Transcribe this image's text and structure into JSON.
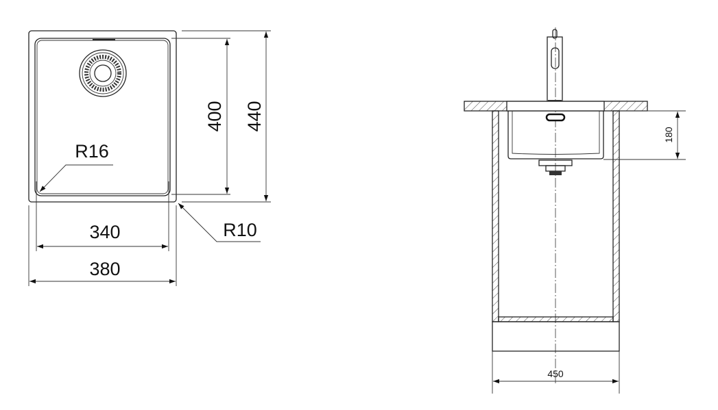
{
  "top_view": {
    "dim_inner_width": "340",
    "dim_outer_width": "380",
    "dim_inner_depth": "400",
    "dim_outer_depth": "440",
    "radius_inner": "R16",
    "radius_outer": "R10"
  },
  "side_view": {
    "dim_bowl_depth": "180",
    "dim_cabinet_width": "450"
  }
}
